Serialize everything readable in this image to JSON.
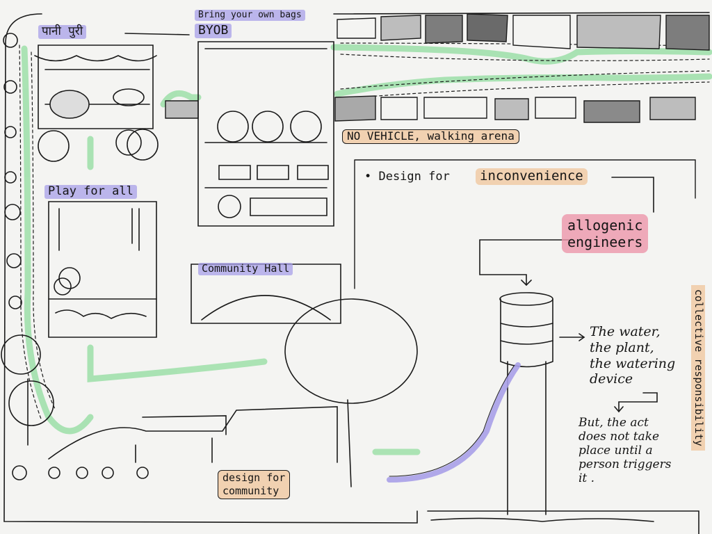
{
  "labels": {
    "stall_top_left": "पानी पुरी",
    "byob_line1": "Bring your own bags",
    "byob_line2": "BYOB",
    "play_for_all": "Play for all",
    "community_hall": "Community Hall",
    "no_vehicle": "NO VEHICLE, walking arena",
    "design_for": "• Design for",
    "inconvenience": "inconvenience",
    "allogenic_line1": "allogenic",
    "allogenic_line2": "engineers",
    "collective": "collective responsibility",
    "design_for_community_line1": "design for",
    "design_for_community_line2": "community",
    "water_note": [
      "The water,",
      "the plant,",
      "the watering",
      "device"
    ],
    "act_note": [
      "But, the act",
      "does not take",
      "place until a",
      "person triggers",
      "it ."
    ]
  },
  "colors": {
    "path_green": "#9ddfa9",
    "highlight_purple": "#a8a0e8",
    "highlight_orange": "#f0c8a0",
    "highlight_pink": "#ec96aa",
    "stone_gray": "#8a8a8a",
    "ink": "#1a1a1a"
  }
}
